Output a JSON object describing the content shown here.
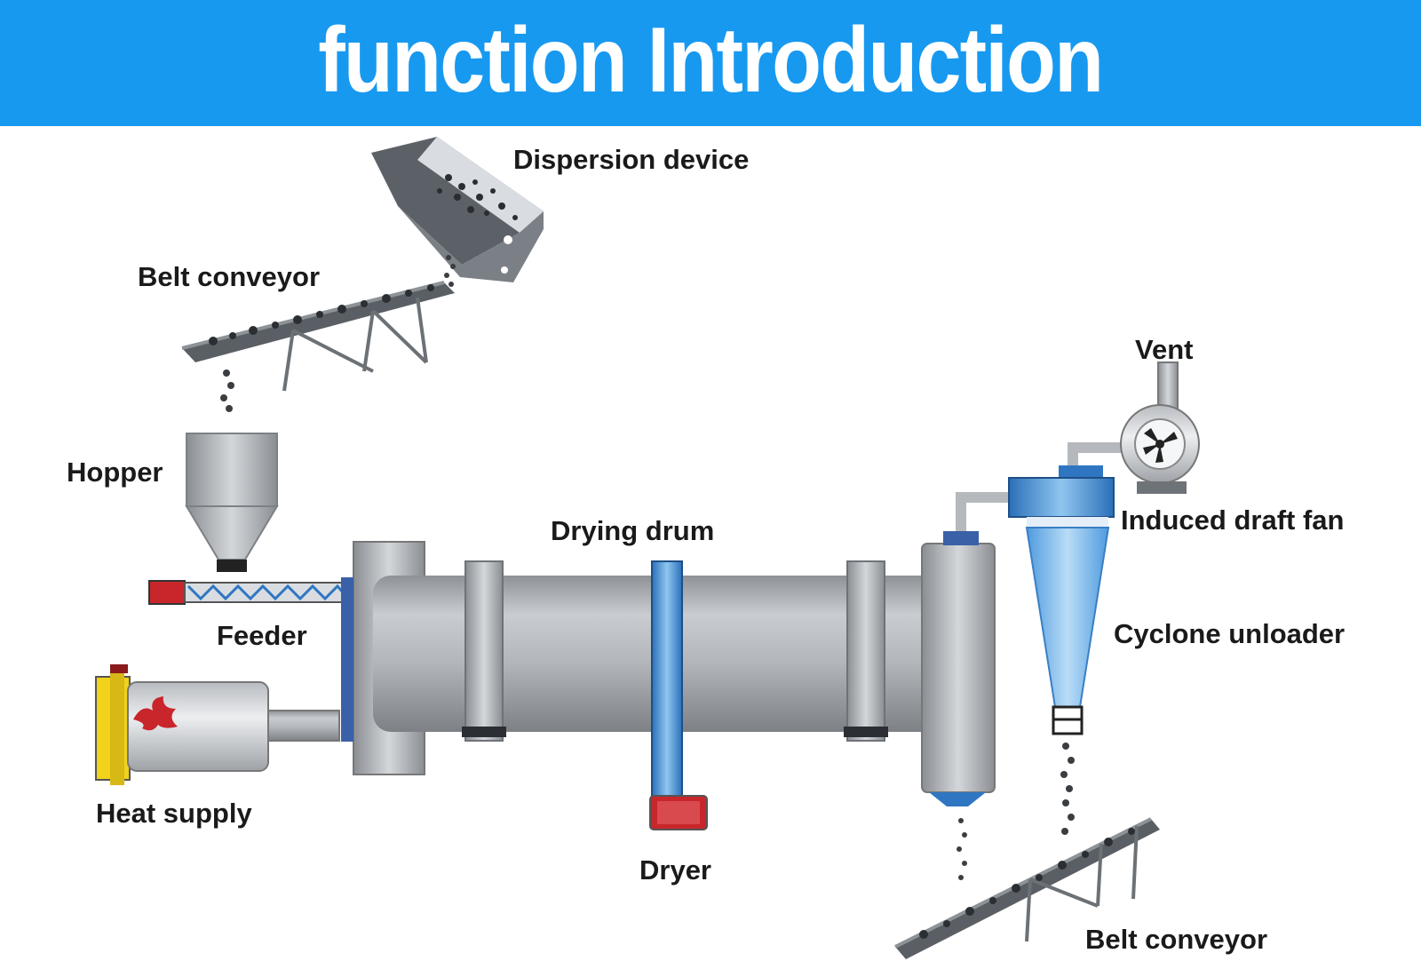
{
  "banner": {
    "title": "function Introduction",
    "background_color": "#1899f0",
    "text_color": "#ffffff"
  },
  "diagram": {
    "labels": {
      "dispersion_device": "Dispersion device",
      "belt_conveyor_top": "Belt conveyor",
      "hopper": "Hopper",
      "drying_drum": "Drying drum",
      "feeder": "Feeder",
      "heat_supply": "Heat supply",
      "dryer": "Dryer",
      "vent": "Vent",
      "induced_draft_fan": "Induced draft fan",
      "cyclone_unloader": "Cyclone unloader",
      "belt_conveyor_bottom": "Belt conveyor"
    },
    "colors": {
      "steel": "#a9adb2",
      "steel_dark": "#6e7378",
      "cyclone_blue": "#5aa7e6",
      "pipe_blue": "#2f76c2",
      "heater_yellow": "#f2d21a",
      "motor_red": "#c8262b"
    },
    "icons": [
      "flame-icon",
      "fan-impeller-icon"
    ]
  }
}
